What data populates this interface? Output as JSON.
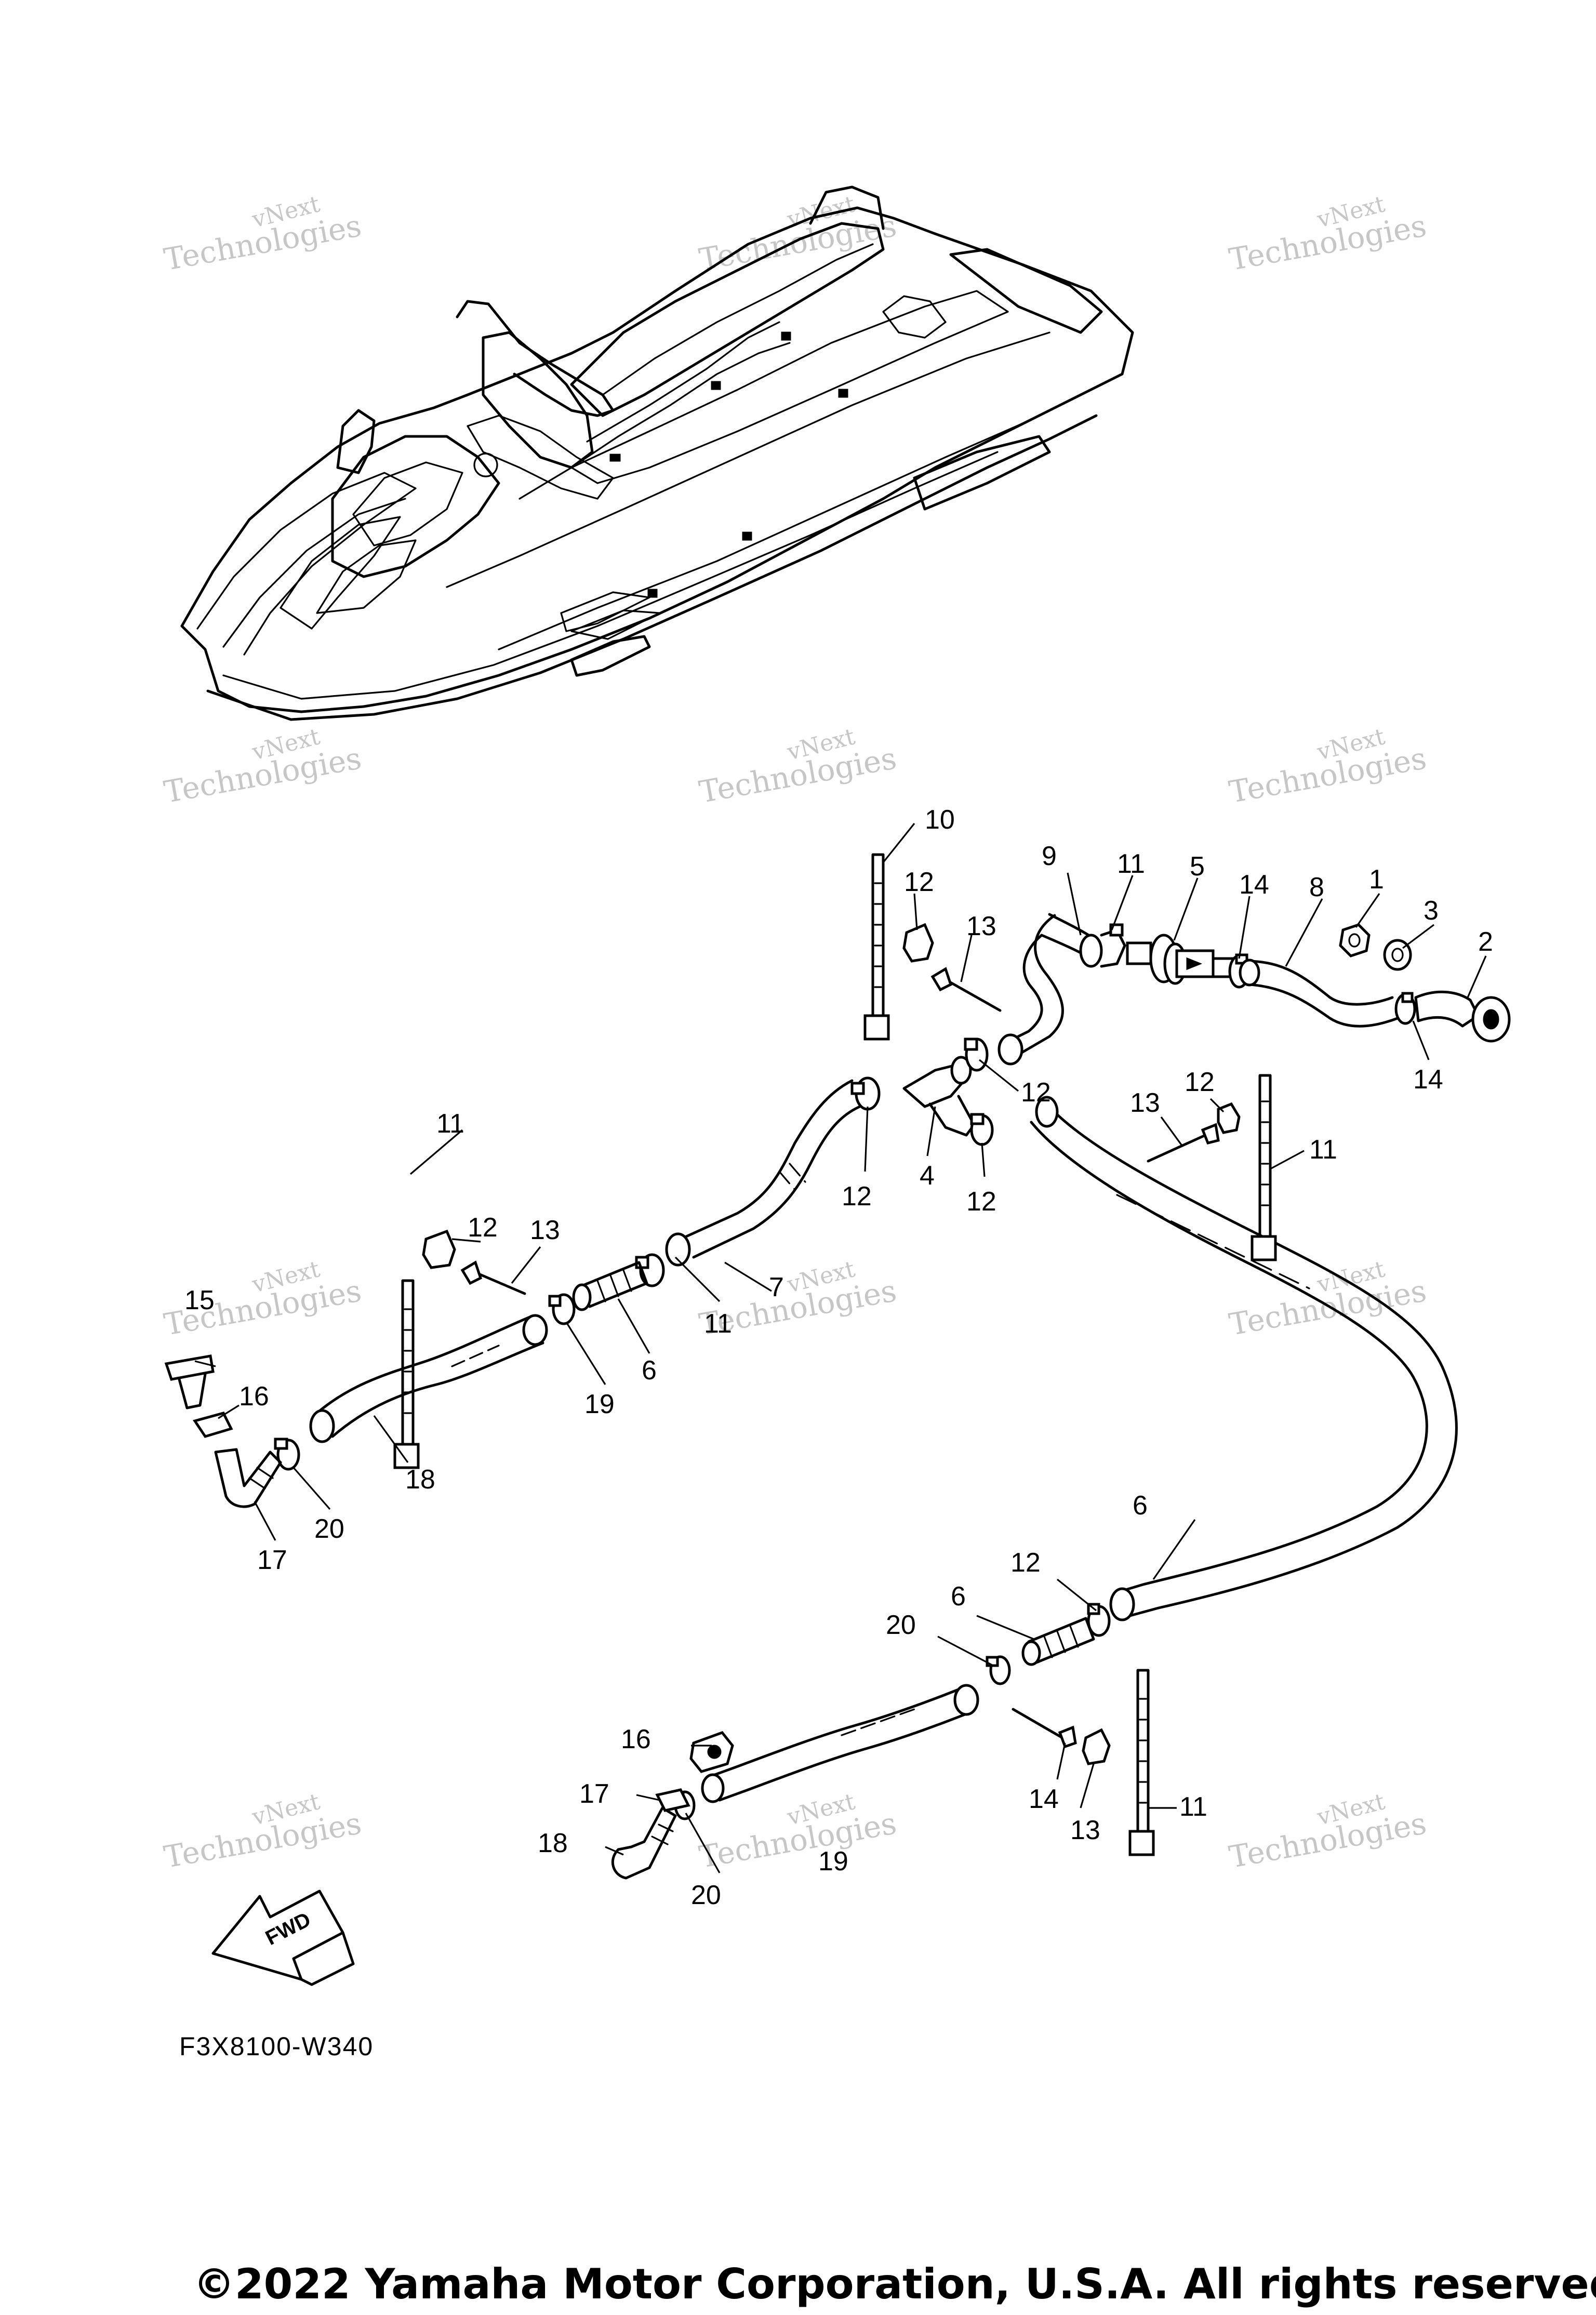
{
  "diagram": {
    "code": "F3X8100-W340",
    "copyright": "©2022 Yamaha Motor Corporation, U.S.A. All rights reserved.",
    "direction_label": "FWD",
    "watermark": {
      "line1": "vNext",
      "line2": "Technologies"
    },
    "callouts": [
      {
        "id": "c1",
        "text": "1"
      },
      {
        "id": "c2",
        "text": "2"
      },
      {
        "id": "c3",
        "text": "3"
      },
      {
        "id": "c4",
        "text": "4"
      },
      {
        "id": "c5",
        "text": "5"
      },
      {
        "id": "c6a",
        "text": "6"
      },
      {
        "id": "c6b",
        "text": "6"
      },
      {
        "id": "c7",
        "text": "7"
      },
      {
        "id": "c8",
        "text": "8"
      },
      {
        "id": "c9",
        "text": "9"
      },
      {
        "id": "c10",
        "text": "10"
      },
      {
        "id": "c11a",
        "text": "11"
      },
      {
        "id": "c11b",
        "text": "11"
      },
      {
        "id": "c11c",
        "text": "11"
      },
      {
        "id": "c11d",
        "text": "11"
      },
      {
        "id": "c12a",
        "text": "12"
      },
      {
        "id": "c12b",
        "text": "12"
      },
      {
        "id": "c12c",
        "text": "12"
      },
      {
        "id": "c12d",
        "text": "12"
      },
      {
        "id": "c12e",
        "text": "12"
      },
      {
        "id": "c12f",
        "text": "12"
      },
      {
        "id": "c13a",
        "text": "13"
      },
      {
        "id": "c13b",
        "text": "13"
      },
      {
        "id": "c13c",
        "text": "13"
      },
      {
        "id": "c13d",
        "text": "13"
      },
      {
        "id": "c14a",
        "text": "14"
      },
      {
        "id": "c14b",
        "text": "14"
      },
      {
        "id": "c14c",
        "text": "14"
      },
      {
        "id": "c14d",
        "text": "14"
      },
      {
        "id": "c15a",
        "text": "15"
      },
      {
        "id": "c15b",
        "text": "15"
      },
      {
        "id": "c16a",
        "text": "16"
      },
      {
        "id": "c16b",
        "text": "16"
      },
      {
        "id": "c17a",
        "text": "17"
      },
      {
        "id": "c17b",
        "text": "17"
      },
      {
        "id": "c18a",
        "text": "18"
      },
      {
        "id": "c18b",
        "text": "18"
      },
      {
        "id": "c19a",
        "text": "19"
      },
      {
        "id": "c19b",
        "text": "19"
      },
      {
        "id": "c20a",
        "text": "20"
      },
      {
        "id": "c20b",
        "text": "20"
      },
      {
        "id": "c20c",
        "text": "20"
      }
    ]
  }
}
